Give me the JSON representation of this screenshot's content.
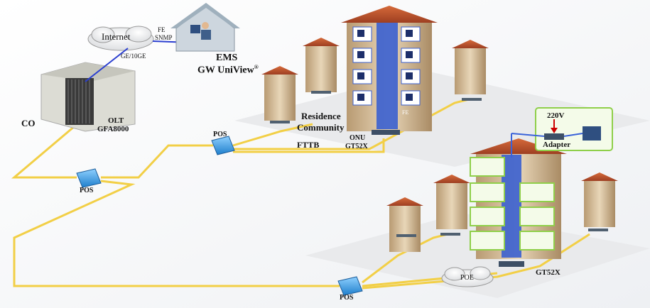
{
  "labels": {
    "internet": "Internet",
    "fe": "FE",
    "snmp": "SNMP",
    "ge_10ge": "GE/10GE",
    "ems": "EMS",
    "gw_uniview": "GW UniView",
    "registered": "®",
    "co": "CO",
    "olt": "OLT",
    "gfa8000": "GFA8000",
    "residence": "Residence",
    "community": "Community",
    "fttb": "FTTB",
    "onu": "ONU",
    "gt52x_onu": "GT52X",
    "pos_top": "POS",
    "pos_left": "POS",
    "pos_bottom": "POS",
    "fe_building": "FE",
    "v220": "220V",
    "adapter": "Adapter",
    "poe": "POE",
    "gt52x_bottom": "GT52X"
  },
  "colors": {
    "fiber": "#f2cf46",
    "copper": "#3a63d9",
    "building": "#d8c09c",
    "roof": "#c4562e",
    "splitter": "#3d9be0",
    "panel_green": "#8fcf4a"
  }
}
